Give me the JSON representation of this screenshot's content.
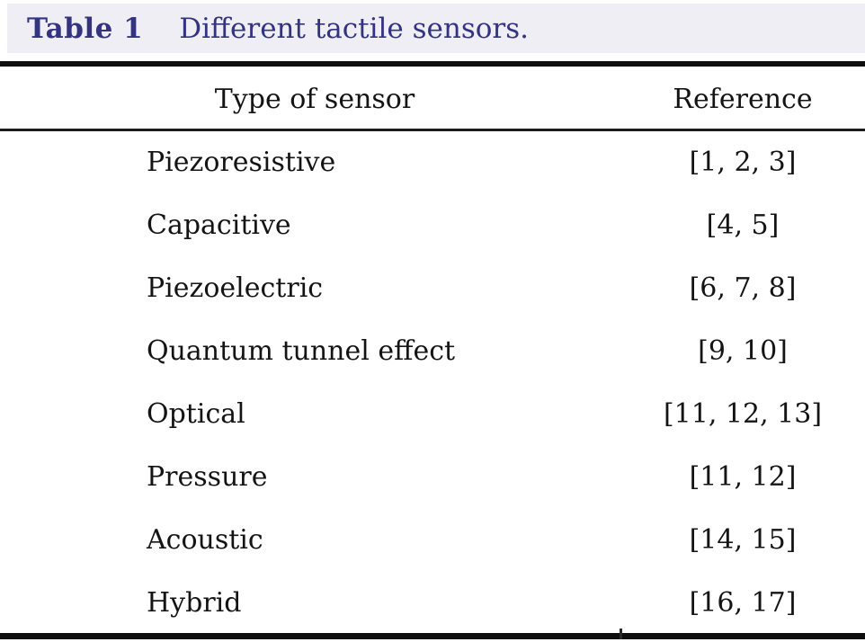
{
  "caption": {
    "label": "Table 1",
    "text": "Different tactile sensors."
  },
  "table": {
    "columns": [
      "Type of sensor",
      "Reference"
    ],
    "rows": [
      {
        "type": "Piezoresistive",
        "reference": "[1, 2, 3]"
      },
      {
        "type": "Capacitive",
        "reference": "[4, 5]"
      },
      {
        "type": "Piezoelectric",
        "reference": "[6, 7, 8]"
      },
      {
        "type": "Quantum tunnel effect",
        "reference": "[9, 10]"
      },
      {
        "type": "Optical",
        "reference": "[11, 12, 13]"
      },
      {
        "type": "Pressure",
        "reference": "[11, 12]"
      },
      {
        "type": "Acoustic",
        "reference": "[14, 15]"
      },
      {
        "type": "Hybrid",
        "reference": "[16, 17]"
      }
    ]
  },
  "colors": {
    "title_text": "#333381",
    "title_bg": "#efeef4",
    "body_text": "#141414",
    "rule": "#0e0e0e"
  }
}
